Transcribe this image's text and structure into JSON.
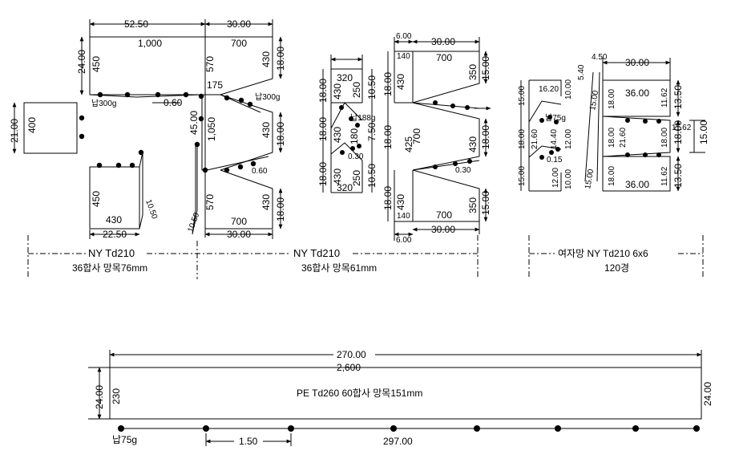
{
  "labels": {
    "d_52_50": "52.50",
    "d_30_00": "30.00",
    "v_1000": "1,000",
    "v_700": "700",
    "d_24_00": "24.00",
    "v_450": "450",
    "v_570": "570",
    "v_430": "430",
    "d_18_00": "18.00",
    "v_175": "175",
    "d_0_60": "0.60",
    "sinker_300g": "납300g",
    "d_45_00": "45.00",
    "v_1050": "1,050",
    "d_21_00": "21.00",
    "v_400": "400",
    "d_22_50": "22.50",
    "d_10_50": "10.50",
    "v_320": "320",
    "v_250": "250",
    "v_180": "180",
    "d_7_50": "7.50",
    "sinker_188g": "납188g",
    "d_0_30": "0.30",
    "d_6_00": "6.00",
    "v_140": "140",
    "v_350": "350",
    "d_15_00": "15.00",
    "v_425": "425",
    "d_4_50": "4.50",
    "d_5_40": "5.40",
    "v_16_20": "16.20",
    "d_10_00": "10.00",
    "sinker_75g": "납75g",
    "v_21_60": "21.60",
    "v_14_40": "14.40",
    "d_12_00": "12.00",
    "d_0_15": "0.15",
    "v_36_00": "36.00",
    "v_11_62": "11.62",
    "d_13_50": "13.50",
    "d_270_00": "270.00",
    "v_2600": "2,600",
    "v_230": "230",
    "d_1_50": "1.50",
    "d_297_00": "297.00"
  },
  "sections": {
    "left_title": "NY  Td210",
    "left_sub": "36합사 망목76mm",
    "mid_title": "NY  Td210",
    "mid_sub": "36합사 망목61mm",
    "right_title": "여자망  NY   Td210  6x6",
    "right_sub": "120경",
    "bottom_panel": "PE Td260 60합사 망목151mm"
  }
}
